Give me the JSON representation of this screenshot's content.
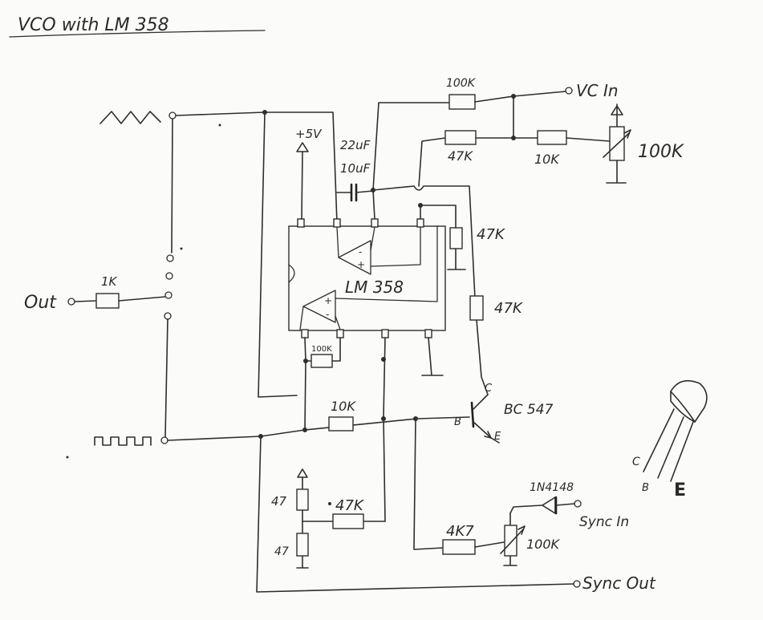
{
  "title": "VCO with LM 358",
  "labels": {
    "chip": "LM 358",
    "supply": "+5V",
    "c_top": "22uF",
    "c_bottom": "10uF",
    "r_top": "100K",
    "vc_in": "VC In",
    "r_47k_top": "47K",
    "r_10k_top": "10K",
    "pot_100k_top": "100K",
    "r_47k_right": "47K",
    "r_47k_mid": "47K",
    "r_feedback": "100K",
    "r_10k_base": "10K",
    "transistor": "BC 547",
    "pin_c": "C",
    "pin_b": "B",
    "pin_e": "E",
    "r_47_upper": "47",
    "r_47_lower": "47",
    "r_47k_bottom": "47K",
    "r_4k7": "4K7",
    "pot_100k_bottom": "100K",
    "diode": "1N4148",
    "sync_in": "Sync In",
    "sync_out": "Sync Out",
    "out": "Out",
    "r_1k": "1K",
    "pkg_c": "C",
    "pkg_b": "B",
    "pkg_e": "E"
  },
  "icons": {
    "triangle_wave": "triangle-wave-icon",
    "square_wave": "square-wave-icon",
    "supply_arrow": "supply-arrow-icon",
    "transistor_package": "to92-package-icon"
  }
}
